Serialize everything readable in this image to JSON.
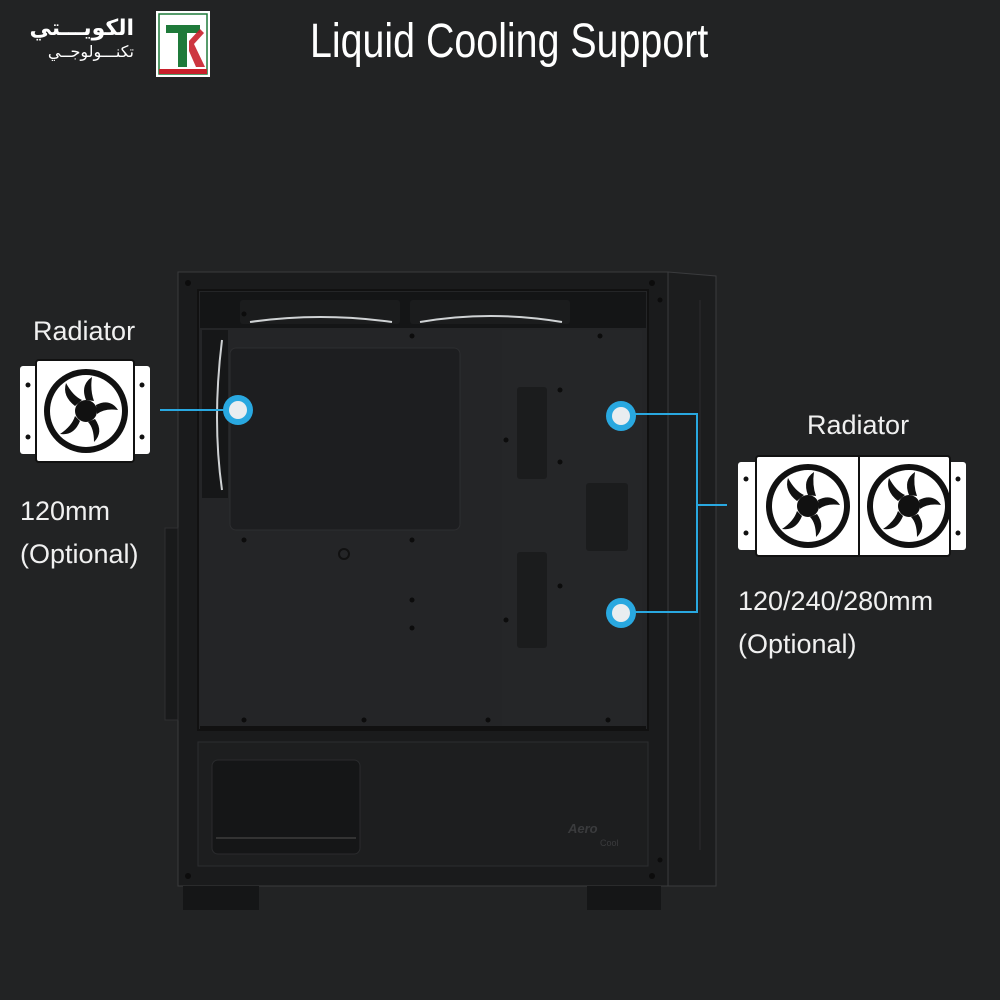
{
  "header": {
    "title": "Liquid Cooling Support",
    "logo_line1": "الكويـــتي",
    "logo_line2": "تكنـــولوجــي",
    "logo_mark": "TK"
  },
  "left_callout": {
    "label": "Radiator",
    "size": "120mm",
    "note": "(Optional)"
  },
  "right_callout": {
    "label": "Radiator",
    "size": "120/240/280mm",
    "note": "(Optional)"
  },
  "case": {
    "brand_mark": "Aero",
    "brand_sub": "Cool"
  },
  "colors": {
    "background": "#222324",
    "accent_line": "#29a8e0",
    "logo_green": "#1f7a3a",
    "logo_red": "#c8202b"
  }
}
